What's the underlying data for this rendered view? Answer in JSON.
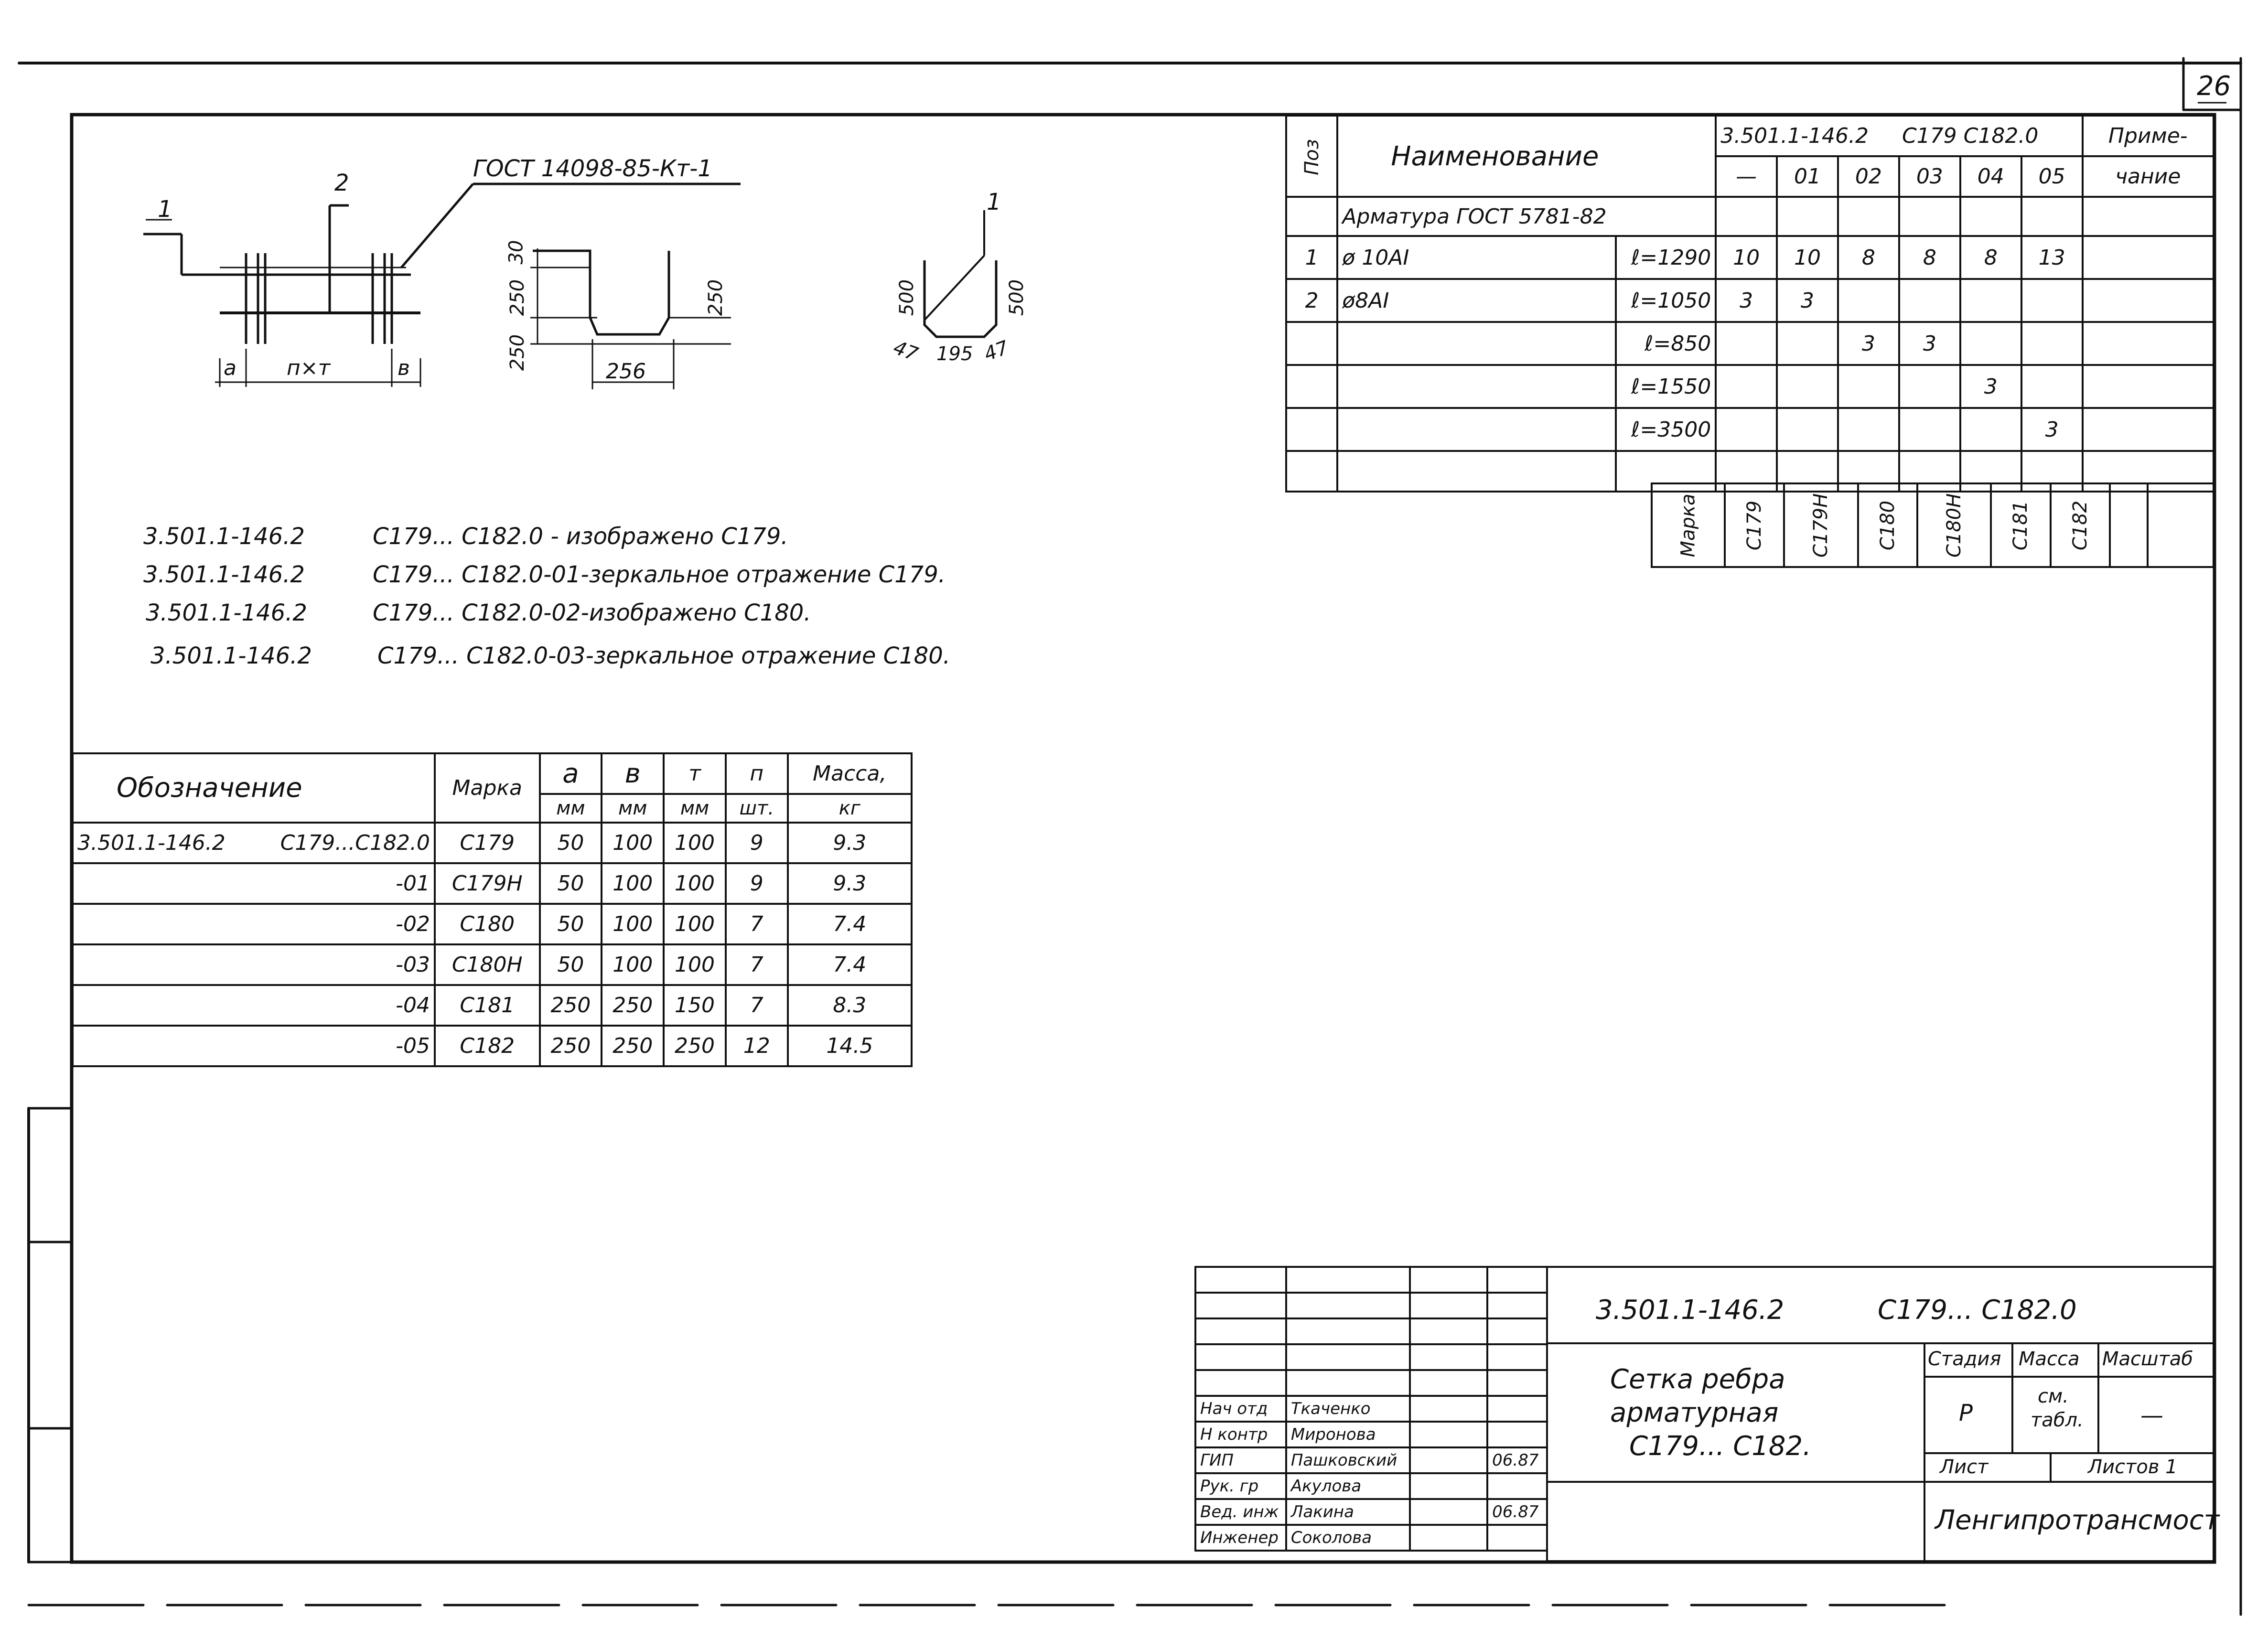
{
  "sheet_number": "26",
  "sketches": {
    "gost_label": "ГОСТ 14098-85-Кт-1",
    "callout_1": "1",
    "callout_2": "2",
    "dim_a": "а",
    "dim_nxm": "п×т",
    "dim_b": "в",
    "hook_dims": [
      "30",
      "250",
      "250",
      "250",
      "256"
    ],
    "u_bar_callout": "1",
    "u_bar_dims": [
      "500",
      "500",
      "47",
      "195",
      "47"
    ]
  },
  "spec": {
    "col_pos": "Поз",
    "col_name": "Наименование",
    "doc_code": "3.501.1-146.2",
    "doc_marks": "С179 С182.0",
    "col_note": "Приме-\nчание",
    "variants": [
      "—",
      "01",
      "02",
      "03",
      "04",
      "05"
    ],
    "section": "Арматура ГОСТ 5781-82",
    "rows": [
      {
        "pos": "1",
        "name": "ø 10АI",
        "len": "ℓ=1290",
        "q": [
          "10",
          "10",
          "8",
          "8",
          "8",
          "13"
        ]
      },
      {
        "pos": "2",
        "name": "ø8АI",
        "len": "ℓ=1050",
        "q": [
          "3",
          "3",
          "",
          "",
          "",
          ""
        ]
      },
      {
        "pos": "",
        "name": "",
        "len": "ℓ=850",
        "q": [
          "",
          "",
          "3",
          "3",
          "",
          ""
        ]
      },
      {
        "pos": "",
        "name": "",
        "len": "ℓ=1550",
        "q": [
          "",
          "",
          "",
          "",
          "3",
          ""
        ]
      },
      {
        "pos": "",
        "name": "",
        "len": "ℓ=3500",
        "q": [
          "",
          "",
          "",
          "",
          "",
          "3"
        ]
      }
    ],
    "marka_label": "Марка",
    "marks": [
      "С179",
      "С179Н",
      "С180",
      "С180Н",
      "С181",
      "С182"
    ]
  },
  "notes": [
    {
      "code": "3.501.1-146.2",
      "text": "С179... С182.0 - изображено С179."
    },
    {
      "code": "3.501.1-146.2",
      "text": "С179... С182.0-01-зеркальное отражение С179."
    },
    {
      "code": "3.501.1-146.2",
      "text": "С179... С182.0-02-изображено С180."
    },
    {
      "code": "3.501.1-146.2",
      "text": "С179... С182.0-03-зеркальное отражение С180."
    }
  ],
  "params": {
    "headers": {
      "designation": "Обозначение",
      "mark": "Марка",
      "a": "а",
      "b": "в",
      "m": "т",
      "n": "п",
      "mass": "Масса,",
      "a_unit": "мм",
      "b_unit": "мм",
      "m_unit": "мм",
      "n_unit": "шт.",
      "mass_unit": "кг"
    },
    "rows": [
      {
        "code": "3.501.1-146.2",
        "range": "С179...С182.0",
        "mark": "С179",
        "a": "50",
        "b": "100",
        "m": "100",
        "n": "9",
        "mass": "9.3"
      },
      {
        "code": "",
        "range": "-01",
        "mark": "С179Н",
        "a": "50",
        "b": "100",
        "m": "100",
        "n": "9",
        "mass": "9.3"
      },
      {
        "code": "",
        "range": "-02",
        "mark": "С180",
        "a": "50",
        "b": "100",
        "m": "100",
        "n": "7",
        "mass": "7.4"
      },
      {
        "code": "",
        "range": "-03",
        "mark": "С180Н",
        "a": "50",
        "b": "100",
        "m": "100",
        "n": "7",
        "mass": "7.4"
      },
      {
        "code": "",
        "range": "-04",
        "mark": "С181",
        "a": "250",
        "b": "250",
        "m": "150",
        "n": "7",
        "mass": "8.3"
      },
      {
        "code": "",
        "range": "-05",
        "mark": "С182",
        "a": "250",
        "b": "250",
        "m": "250",
        "n": "12",
        "mass": "14.5"
      }
    ]
  },
  "title_block": {
    "code": "3.501.1-146.2",
    "marks": "С179... С182.0",
    "title_line1": "Сетка ребра",
    "title_line2": "арматурная",
    "title_line3": "С179... С182.",
    "stage_label": "Стадия",
    "mass_label": "Масса",
    "scale_label": "Масштаб",
    "stage": "Р",
    "mass_value_1": "см.",
    "mass_value_2": "табл.",
    "scale": "—",
    "sheet_label": "Лист",
    "sheets_label": "Листов 1",
    "org": "Ленгипротрансмост",
    "staff": [
      {
        "role": "Нач отд",
        "name": "Ткаченко",
        "date": ""
      },
      {
        "role": "Н контр",
        "name": "Миронова",
        "date": ""
      },
      {
        "role": "ГИП",
        "name": "Пашковский",
        "date": "06.87"
      },
      {
        "role": "Рук. гр",
        "name": "Акулова",
        "date": ""
      },
      {
        "role": "Вед. инж",
        "name": "Лакина",
        "date": "06.87"
      },
      {
        "role": "Инженер",
        "name": "Соколова",
        "date": ""
      }
    ]
  }
}
